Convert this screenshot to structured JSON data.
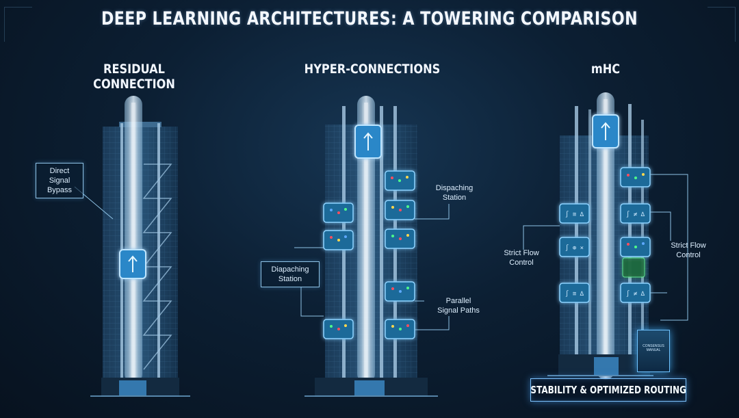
{
  "title": "DEEP LEARNING ARCHITECTURES: A TOWERING COMPARISON",
  "columns": {
    "residual": {
      "title": "RESIDUAL CONNECTION",
      "callout_line1": "Direct Signal",
      "callout_line2": "Bypass"
    },
    "hyper": {
      "title": "HYPER-CONNECTIONS",
      "dispatch_right_line1": "Dispaching",
      "dispatch_right_line2": "Station",
      "dispatch_left_line1": "Diapaching",
      "dispatch_left_line2": "Station",
      "parallel_line1": "Parallel",
      "parallel_line2": "Signal Paths"
    },
    "mhc": {
      "title": "mHC",
      "strict_left_line1": "Strict Flow",
      "strict_left_line2": "Control",
      "strict_right_line1": "Strict Flow",
      "strict_right_line2": "Control",
      "book_label": "CONSENSUS MANUAL",
      "badge": "STABILITY & OPTIMIZED ROUTING"
    }
  },
  "colors": {
    "glow": "#6fc3ff",
    "station_fill": "#1b6a99",
    "dot_red": "#ff4d5e",
    "dot_green": "#4dff8a",
    "dot_yellow": "#ffd84d",
    "dot_blue": "#5da8ff"
  }
}
